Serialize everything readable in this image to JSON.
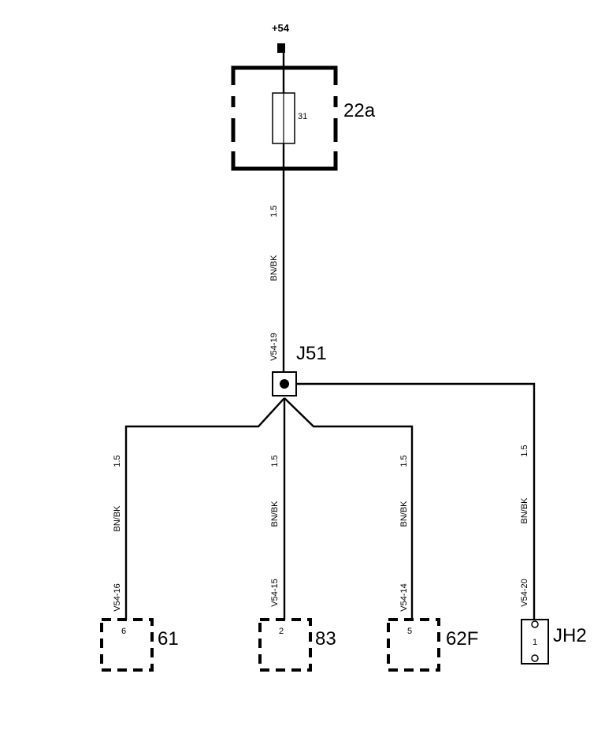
{
  "supply": {
    "label": "+54"
  },
  "fuse_box": {
    "ref": "22a",
    "fuse_number": "31"
  },
  "main_wire": {
    "size": "1.5",
    "color": "BN/BK"
  },
  "junction": {
    "ref": "J51",
    "pin": "V54-19"
  },
  "branches": [
    {
      "size": "1.5",
      "color": "BN/BK",
      "pin": "V54-16",
      "connector_pin": "6",
      "component": "61"
    },
    {
      "size": "1.5",
      "color": "BN/BK",
      "pin": "V54-15",
      "connector_pin": "2",
      "component": "83"
    },
    {
      "size": "1.5",
      "color": "BN/BK",
      "pin": "V54-14",
      "connector_pin": "5",
      "component": "62F"
    },
    {
      "size": "1.5",
      "color": "BN/BK",
      "pin": "V54-20",
      "connector_pin": "1",
      "component": "JH2"
    }
  ]
}
